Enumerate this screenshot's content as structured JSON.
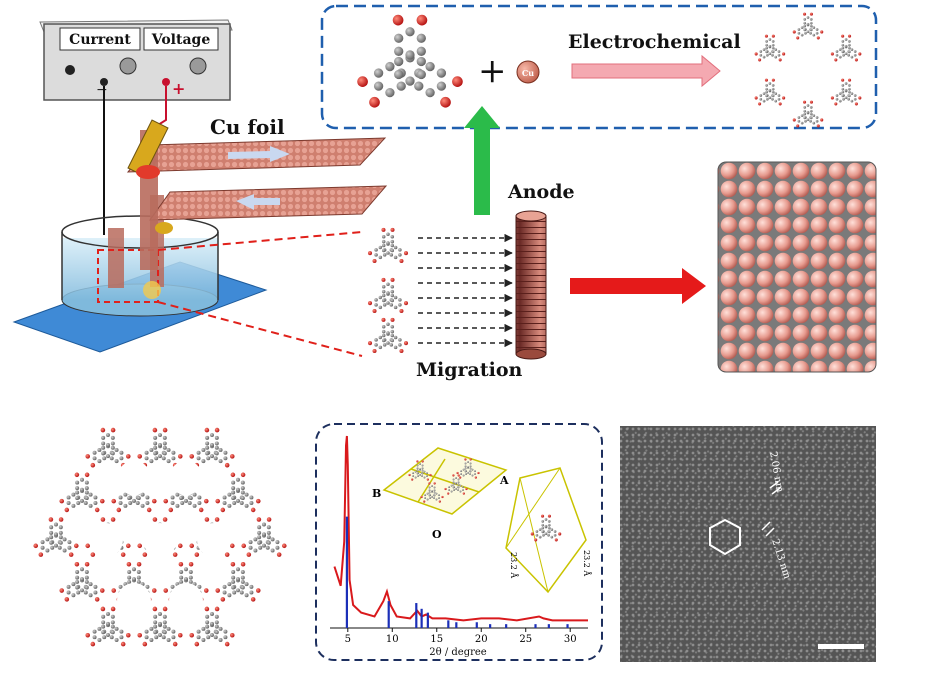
{
  "power_supply": {
    "current_label": "Current",
    "voltage_label": "Voltage"
  },
  "labels": {
    "cu_foil": "Cu foil",
    "electrochemical": "Electrochemical",
    "anode": "Anode",
    "migration": "Migration",
    "cu_ion": "Cu"
  },
  "crystal_cell": {
    "axis_b": "B",
    "axis_a": "A",
    "axis_o": "O",
    "dim_left": "23.2 Å",
    "dim_right": "23.2 Å"
  },
  "tem": {
    "spacing_top": "2.06 nm",
    "spacing_bottom": "2.13 nm"
  },
  "xrd": {
    "xlabel": "2θ / degree",
    "ticks": [
      "5",
      "10",
      "15",
      "20",
      "25",
      "30"
    ]
  },
  "chart_data": {
    "type": "line",
    "xlabel": "2θ / degree",
    "xlim": [
      3,
      32
    ],
    "series": [
      {
        "color": "#d9191c",
        "x": [
          3.5,
          4.2,
          4.6,
          4.8,
          4.9,
          5.0,
          5.2,
          5.6,
          6.5,
          8,
          9.0,
          9.4,
          9.8,
          10.5,
          12,
          12.8,
          13.3,
          13.8,
          14.5,
          16,
          18,
          20,
          22,
          24,
          26.5,
          27,
          28,
          30,
          32
        ],
        "y": [
          0.32,
          0.22,
          0.45,
          0.95,
          1.0,
          0.85,
          0.25,
          0.12,
          0.08,
          0.06,
          0.14,
          0.19,
          0.12,
          0.06,
          0.05,
          0.09,
          0.06,
          0.07,
          0.05,
          0.05,
          0.04,
          0.05,
          0.05,
          0.04,
          0.06,
          0.05,
          0.04,
          0.04,
          0.04
        ]
      },
      {
        "color": "#1b2fb8",
        "type": "stick",
        "x": [
          4.9,
          9.6,
          12.7,
          13.3,
          14.0,
          16.3,
          17.2,
          19.5,
          21.0,
          22.8,
          26.1,
          27.6,
          29.7
        ],
        "y": [
          0.58,
          0.14,
          0.13,
          0.1,
          0.08,
          0.04,
          0.03,
          0.03,
          0.02,
          0.02,
          0.02,
          0.02,
          0.02
        ]
      }
    ]
  }
}
